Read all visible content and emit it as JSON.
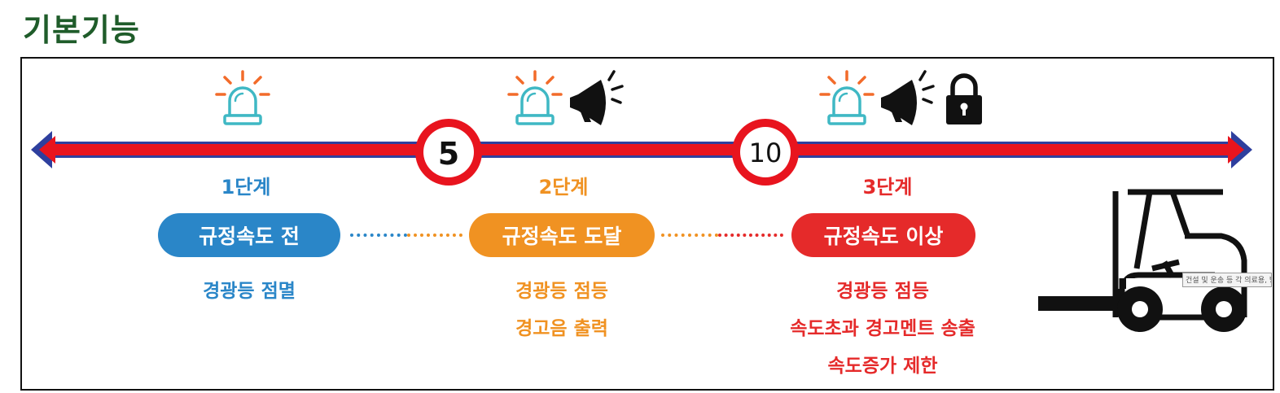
{
  "page_title": "기본기능",
  "speed_markers": [
    "5",
    "10"
  ],
  "stages": [
    {
      "stage": "1단계",
      "status": "규정속도 전",
      "actions": [
        "경광등 점멸"
      ],
      "color": "#2a86c8",
      "icons": [
        "beacon-light-icon"
      ]
    },
    {
      "stage": "2단계",
      "status": "규정속도 도달",
      "actions": [
        "경광등 점등",
        "경고음 출력"
      ],
      "color": "#f09222",
      "icons": [
        "beacon-light-icon",
        "megaphone-icon"
      ]
    },
    {
      "stage": "3단계",
      "status": "규정속도 이상",
      "actions": [
        "경광등 점등",
        "속도초과 경고멘트 송출",
        "속도증가 제한"
      ],
      "color": "#e52a2a",
      "icons": [
        "beacon-light-icon",
        "megaphone-icon",
        "lock-icon"
      ]
    }
  ],
  "vehicle": {
    "icon": "forklift-icon",
    "tag_text": "건설 및 운송 등 각 의료용, 방 …"
  },
  "colors": {
    "title": "#1f5c2a",
    "axis_red": "#e8141e",
    "axis_blue": "#2e3f9e",
    "beacon": "#3fb8c4",
    "beacon_rays": "#f26b2a"
  }
}
